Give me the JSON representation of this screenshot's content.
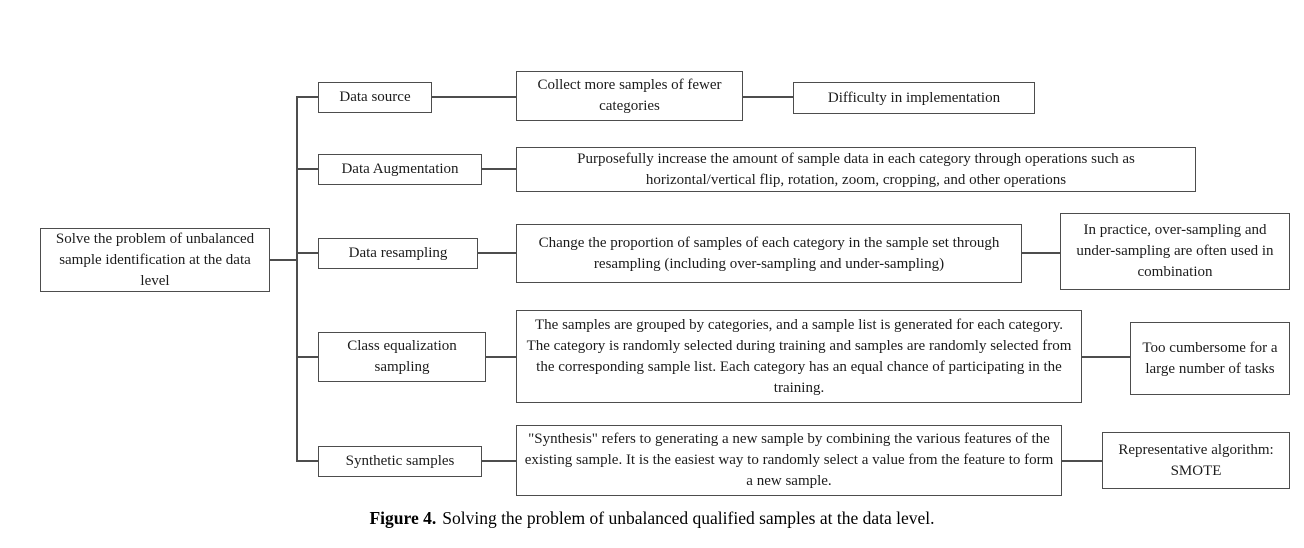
{
  "diagram": {
    "root": {
      "label": "Solve the problem of unbalanced sample identification at the data level"
    },
    "branches": [
      {
        "label": "Data source",
        "detail": "Collect more samples of fewer categories",
        "note": "Difficulty in implementation"
      },
      {
        "label": "Data Augmentation",
        "detail": "Purposefully increase the amount of sample data in each category through operations such as horizontal/vertical flip, rotation, zoom, cropping, and other operations",
        "note": ""
      },
      {
        "label": "Data resampling",
        "detail": "Change the proportion of samples of each category in the sample set through resampling (including over-sampling and under-sampling)",
        "note": "In practice, over-sampling and under-sampling are often used in combination"
      },
      {
        "label": "Class equalization sampling",
        "detail": "The samples are grouped by categories, and a sample list is generated for each category. The category is randomly selected during training and samples are randomly selected from the corresponding sample list. Each category has an equal chance of participating in the training.",
        "note": "Too cumbersome for a large number of tasks"
      },
      {
        "label": "Synthetic samples",
        "detail": "\"Synthesis\" refers to generating a new sample by combining the various features of the existing sample. It is the easiest way to randomly select a value from the feature to form a new sample.",
        "note": "Representative algorithm: SMOTE"
      }
    ],
    "caption": {
      "label": "Figure 4.",
      "text": "Solving the problem of unbalanced qualified samples at the data level."
    },
    "colors": {
      "border": "#4d4d4d",
      "line": "#4d4d4d",
      "text": "#1c1c1c",
      "background": "#ffffff"
    }
  }
}
